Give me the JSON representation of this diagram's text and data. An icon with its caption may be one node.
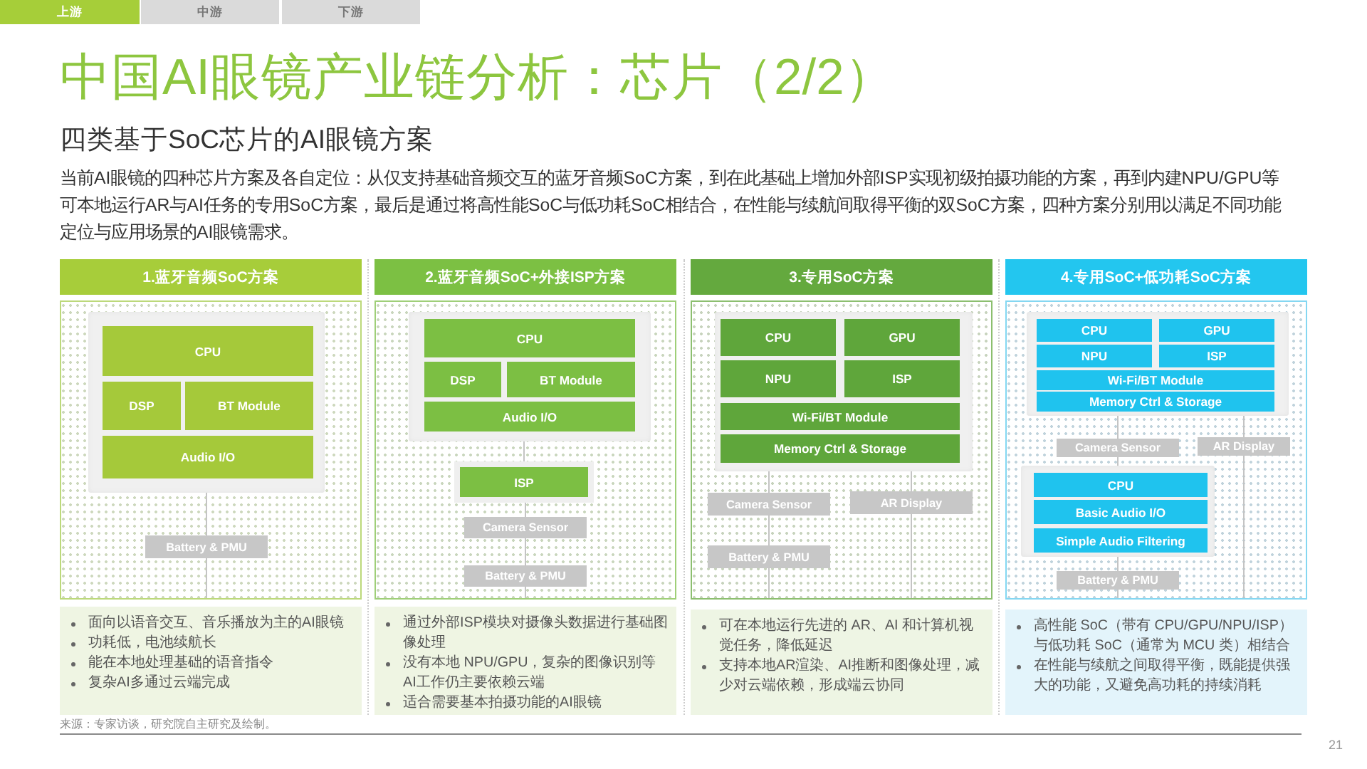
{
  "diagram": {
    "title": "中国AI眼镜产业链分析：芯片（2/2）",
    "nodes": [
      {
        "text": [
          "上游"
        ]
      },
      {
        "text": [
          "中游"
        ]
      },
      {
        "text": [
          "下游"
        ]
      },
      {
        "text": [
          "1.蓝牙音频SoC方案"
        ]
      },
      {
        "text": [],
        "shape": "box",
        "in": 3
      },
      {
        "text": [
          "CPU"
        ],
        "in": 4
      },
      {
        "text": [
          "DSP"
        ],
        "in": 4
      },
      {
        "text": [
          "BT Module"
        ],
        "in": 4
      },
      {
        "text": [
          "Audio I/O"
        ],
        "in": 4
      },
      {
        "text": [
          "Battery & PMU"
        ],
        "in": 3
      },
      {
        "text": [
          "面向以语音交互、音乐播放为主的AI眼镜",
          "功耗低，电池续航长",
          "能在本地处理基础的语音指令",
          "复杂AI多通过云端完成"
        ]
      },
      {
        "text": [
          "2.蓝牙音频SoC+外接ISP方案"
        ]
      },
      {
        "text": [],
        "shape": "box",
        "in": 11
      },
      {
        "text": [
          "CPU"
        ],
        "in": 12
      },
      {
        "text": [
          "DSP"
        ],
        "in": 12
      },
      {
        "text": [
          "BT Module"
        ],
        "in": 12
      },
      {
        "text": [
          "Audio I/O"
        ],
        "in": 12
      },
      {
        "text": [
          "ISP"
        ],
        "in": 11
      },
      {
        "text": [
          "Camera Sensor"
        ],
        "in": 11
      },
      {
        "text": [
          "Battery & PMU"
        ],
        "in": 11
      },
      {
        "text": [
          "通过外部ISP模块对摄像头数据进行基础图像处理",
          "没有本地 NPU/GPU，复杂的图像识别等AI工作仍主要依赖云端",
          "适合需要基本拍摄功能的AI眼镜"
        ]
      },
      {
        "text": [
          "3.专用SoC方案"
        ]
      },
      {
        "text": [],
        "shape": "box",
        "in": 21
      },
      {
        "text": [
          "CPU"
        ],
        "in": 22
      },
      {
        "text": [
          "GPU"
        ],
        "in": 22
      },
      {
        "text": [
          "NPU"
        ],
        "in": 22
      },
      {
        "text": [
          "ISP"
        ],
        "in": 22
      },
      {
        "text": [
          "Wi-Fi/BT Module"
        ],
        "in": 22
      },
      {
        "text": [
          "Memory Ctrl & Storage"
        ],
        "in": 22
      },
      {
        "text": [
          "Camera Sensor"
        ],
        "in": 21
      },
      {
        "text": [
          "AR Display"
        ],
        "in": 21
      },
      {
        "text": [
          "Battery & PMU"
        ],
        "in": 21
      },
      {
        "text": [
          "可在本地运行先进的 AR、AI 和计算机视觉任务，降低延迟",
          "支持本地AR渲染、AI推断和图像处理，减少对云端依赖，形成端云协同"
        ]
      },
      {
        "text": [
          "4.专用SoC+低功耗SoC方案"
        ]
      },
      {
        "text": [],
        "shape": "box",
        "in": 33
      },
      {
        "text": [
          "CPU"
        ],
        "in": 34
      },
      {
        "text": [
          "GPU"
        ],
        "in": 34
      },
      {
        "text": [
          "NPU"
        ],
        "in": 34
      },
      {
        "text": [
          "ISP"
        ],
        "in": 34
      },
      {
        "text": [
          "Wi-Fi/BT Module"
        ],
        "in": 34
      },
      {
        "text": [
          "Memory Ctrl & Storage"
        ],
        "in": 34
      },
      {
        "text": [
          "Camera Sensor"
        ],
        "in": 33
      },
      {
        "text": [
          "AR Display"
        ],
        "in": 33
      },
      {
        "text": [],
        "shape": "box",
        "in": 33
      },
      {
        "text": [
          "CPU"
        ],
        "in": 43
      },
      {
        "text": [
          "Basic Audio I/O"
        ],
        "in": 43
      },
      {
        "text": [
          "Simple Audio Filtering"
        ],
        "in": 43
      },
      {
        "text": [
          "Battery & PMU"
        ],
        "in": 33
      },
      {
        "text": [
          "高性能 SoC（带有 CPU/GPU/NPU/ISP）与低功耗 SoC（通常为 MCU 类）相结合",
          "在性能与续航之间取得平衡，既能提供强大的功能，又避免高功耗的持续消耗"
        ]
      }
    ],
    "edges": [
      {
        "from": 4,
        "to": 9,
        "arrow": "none"
      },
      {
        "from": 9,
        "to": null,
        "arrow": "none"
      },
      {
        "from": 12,
        "to": 17,
        "arrow": "none"
      },
      {
        "from": 17,
        "to": 18,
        "arrow": "none"
      },
      {
        "from": 18,
        "to": 19,
        "arrow": "none"
      },
      {
        "from": 19,
        "to": null,
        "arrow": "none"
      },
      {
        "from": 22,
        "to": 29,
        "arrow": "none"
      },
      {
        "from": 29,
        "to": 31,
        "arrow": "none"
      },
      {
        "from": 31,
        "to": null,
        "arrow": "none"
      },
      {
        "from": 22,
        "to": 30,
        "arrow": "none"
      },
      {
        "from": 30,
        "to": null,
        "arrow": "none"
      },
      {
        "from": 34,
        "to": 41,
        "arrow": "none"
      },
      {
        "from": 41,
        "to": 43,
        "arrow": "none"
      },
      {
        "from": 43,
        "to": 47,
        "arrow": "none"
      },
      {
        "from": 47,
        "to": null,
        "arrow": "none"
      },
      {
        "from": 34,
        "to": 42,
        "arrow": "none"
      },
      {
        "from": 42,
        "to": null,
        "arrow": "none"
      }
    ],
    "labels": [
      "四类基于SoC芯片的AI眼镜方案",
      "当前AI眼镜的四种芯片方案及各自定位：从仅支持基础音频交互的蓝牙音频SoC方案，到在此基础上增加外部ISP实现初级拍摄功能的方案，再到内建NPU/GPU等可本地运行AR与AI任务的专用SoC方案，最后是通过将高性能SoC与低功耗SoC相结合，在性能与续航间取得平衡的双SoC方案，四种方案分别用以满足不同功能定位与应用场景的AI眼镜需求。",
      "来源：专家访谈，研究院自主研究及绘制。",
      "21"
    ]
  }
}
